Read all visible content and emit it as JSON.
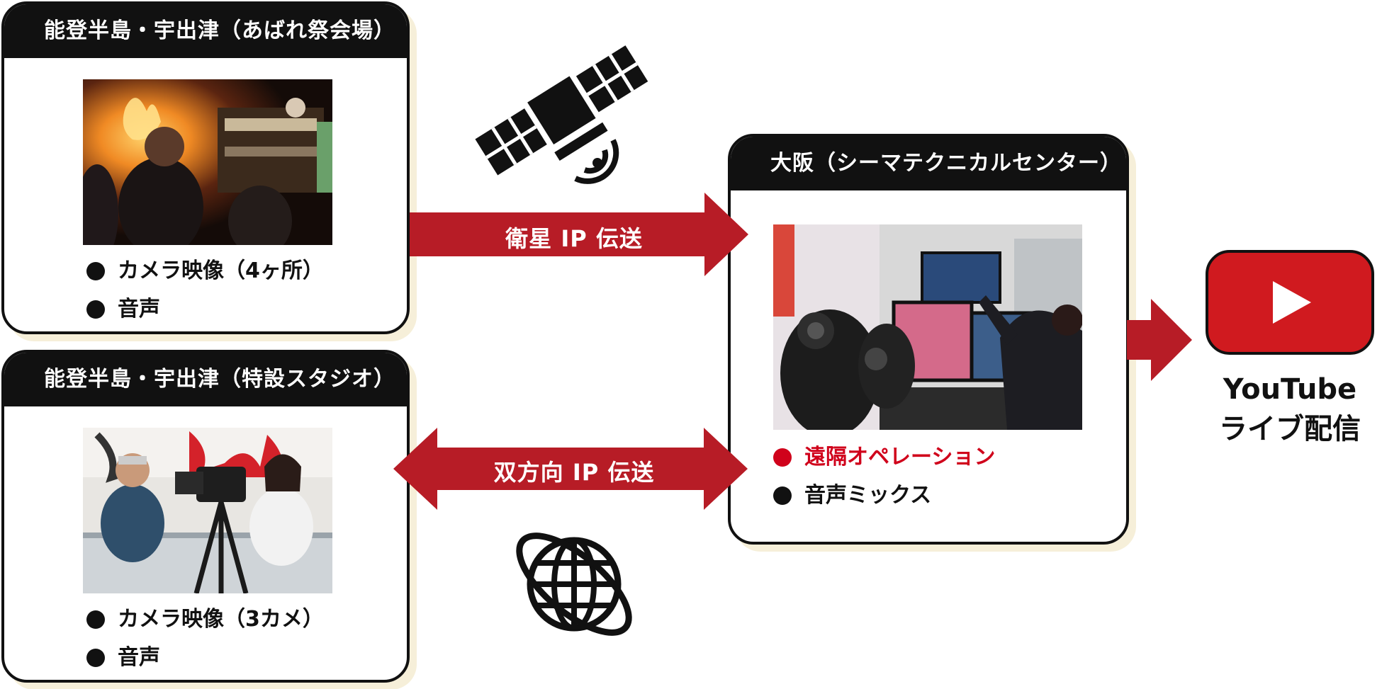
{
  "noto_event": {
    "title": "能登半島・宇出津（あばれ祭会場）",
    "bullets": [
      "カメラ映像（4ヶ所）",
      "音声"
    ]
  },
  "noto_studio": {
    "title": "能登半島・宇出津（特設スタジオ）",
    "bullets": [
      "カメラ映像（3カメ）",
      "音声"
    ]
  },
  "osaka": {
    "title": "大阪（シーマテクニカルセンター）",
    "bullets": [
      "遠隔オペレーション",
      "音声ミックス"
    ]
  },
  "links": {
    "satellite": "衛星 IP 伝送",
    "bidirectional": "双方向 IP 伝送"
  },
  "output": {
    "line1": "YouTube",
    "line2": "ライブ配信"
  },
  "colors": {
    "accent_red": "#b71c26",
    "highlight_red": "#d0021b",
    "youtube_red": "#d01a1f",
    "black": "#111111"
  },
  "icons": [
    "satellite-icon",
    "globe-icon",
    "youtube-play-icon"
  ]
}
